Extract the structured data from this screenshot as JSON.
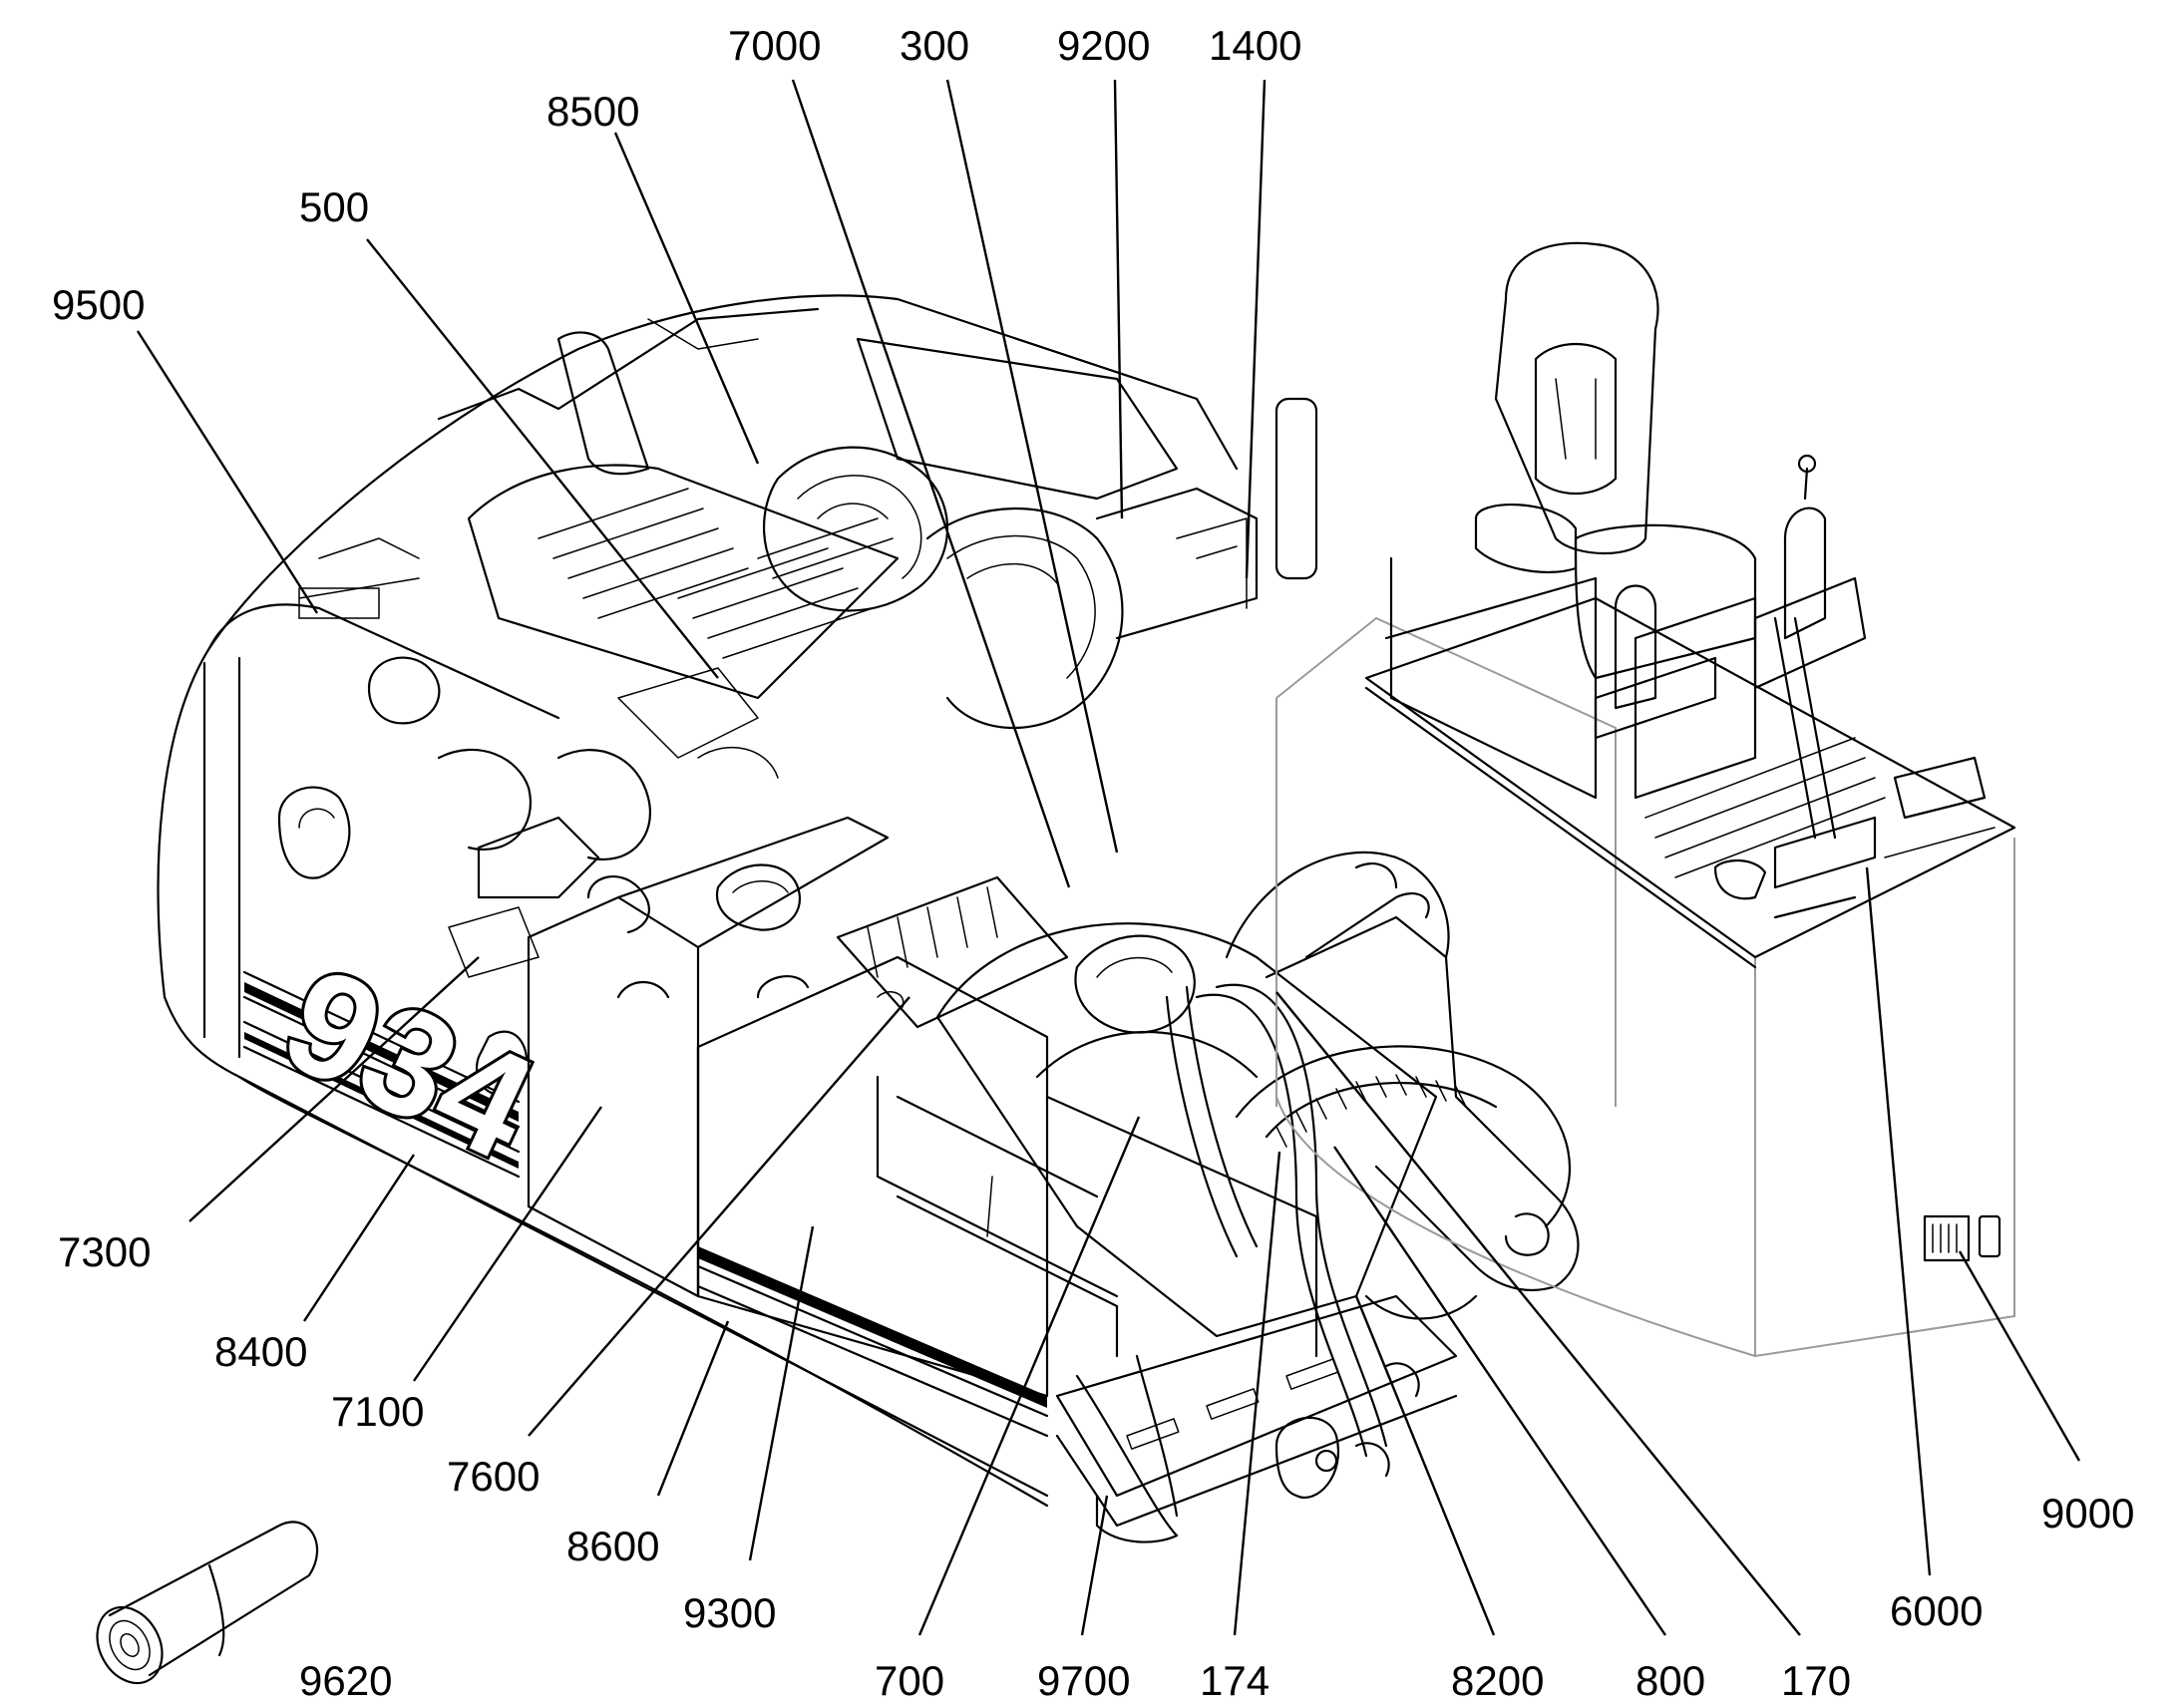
{
  "diagram": {
    "decal_text": "934",
    "callouts": [
      {
        "id": "9500",
        "label": "9500"
      },
      {
        "id": "500",
        "label": "500"
      },
      {
        "id": "8500",
        "label": "8500"
      },
      {
        "id": "7000",
        "label": "7000"
      },
      {
        "id": "300",
        "label": "300"
      },
      {
        "id": "9200",
        "label": "9200"
      },
      {
        "id": "1400",
        "label": "1400"
      },
      {
        "id": "7300",
        "label": "7300"
      },
      {
        "id": "8400",
        "label": "8400"
      },
      {
        "id": "7100",
        "label": "7100"
      },
      {
        "id": "7600",
        "label": "7600"
      },
      {
        "id": "8600",
        "label": "8600"
      },
      {
        "id": "9300",
        "label": "9300"
      },
      {
        "id": "9620",
        "label": "9620"
      },
      {
        "id": "700",
        "label": "700"
      },
      {
        "id": "9700",
        "label": "9700"
      },
      {
        "id": "174",
        "label": "174"
      },
      {
        "id": "8200",
        "label": "8200"
      },
      {
        "id": "800",
        "label": "800"
      },
      {
        "id": "170",
        "label": "170"
      },
      {
        "id": "6000",
        "label": "6000"
      },
      {
        "id": "9000",
        "label": "9000"
      }
    ]
  }
}
